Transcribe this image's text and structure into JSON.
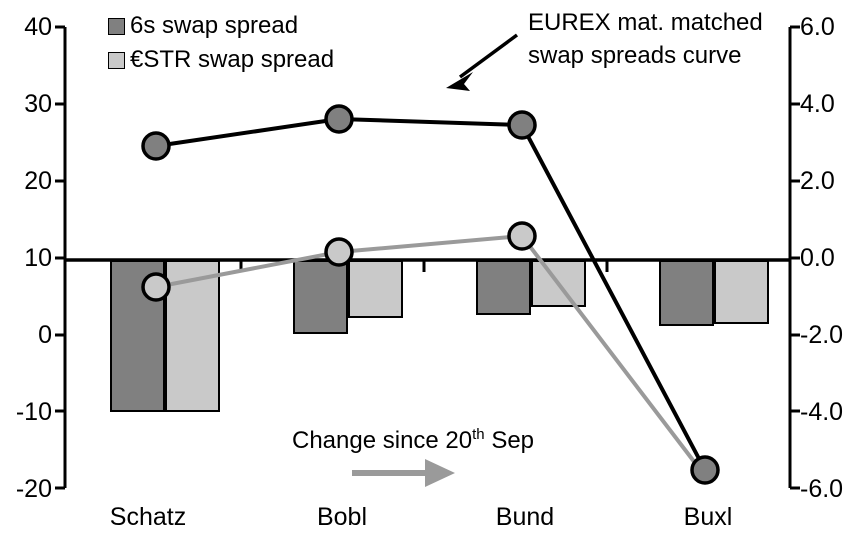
{
  "chart_data": {
    "type": "bar",
    "title": "",
    "xlabel": "",
    "categories": [
      "Schatz",
      "Bobl",
      "Bund",
      "Buxl"
    ],
    "grid": false,
    "legend_position": "top-left",
    "left_axis": {
      "label": "",
      "ylim": [
        -20,
        40
      ],
      "ticks": [
        -20,
        -10,
        0,
        10,
        20,
        30,
        40
      ],
      "tick_labels": [
        "-20",
        "-10",
        "0",
        "10",
        "20",
        "30",
        "40"
      ]
    },
    "right_axis": {
      "label": "",
      "ylim": [
        -6.0,
        6.0
      ],
      "ticks": [
        -6.0,
        -4.0,
        -2.0,
        0.0,
        2.0,
        4.0,
        6.0
      ],
      "tick_labels": [
        "-6.0",
        "-4.0",
        "-2.0",
        "0.0",
        "2.0",
        "4.0",
        "6.0"
      ]
    },
    "series": [
      {
        "name": "6s swap spread",
        "kind": "bar",
        "axis": "right",
        "color": "#808080",
        "values": [
          -4.05,
          -1.95,
          -1.45,
          -1.75
        ]
      },
      {
        "name": "€STR swap spread",
        "kind": "bar",
        "axis": "right",
        "color": "#c9c9c9",
        "values": [
          -4.05,
          -1.55,
          -1.25,
          -1.7
        ]
      },
      {
        "name": "EUREX mat. matched swap spreads curve",
        "kind": "line",
        "axis": "left",
        "color": "#000000",
        "marker_fill": "#808080",
        "values": [
          24.5,
          28.0,
          27.3,
          -18.0
        ]
      },
      {
        "name": "Change since 20th Sep curve",
        "kind": "line",
        "axis": "left",
        "color": "#9a9a9a",
        "marker_fill": "#c9c9c9",
        "values": [
          6.0,
          10.5,
          12.8,
          -18.3
        ]
      }
    ]
  },
  "legend": {
    "items": [
      {
        "label": "6s swap spread",
        "color": "#808080"
      },
      {
        "label": "€STR swap spread",
        "color": "#c9c9c9"
      }
    ]
  },
  "annotations": {
    "curve_note_line1": "EUREX mat. matched",
    "curve_note_line2": "swap spreads curve",
    "change_note_prefix": "Change since 20",
    "change_note_sup": "th",
    "change_note_suffix": " Sep"
  },
  "axis_left": {
    "t0": "40",
    "t1": "30",
    "t2": "20",
    "t3": "10",
    "t4": "0",
    "t5": "-10",
    "t6": "-20"
  },
  "axis_right": {
    "t0": "6.0",
    "t1": "4.0",
    "t2": "2.0",
    "t3": "0.0",
    "t4": "-2.0",
    "t5": "-4.0",
    "t6": "-6.0"
  },
  "categories": {
    "c0": "Schatz",
    "c1": "Bobl",
    "c2": "Bund",
    "c3": "Buxl"
  },
  "colors": {
    "bar_dark": "#808080",
    "bar_light": "#c9c9c9",
    "line_black": "#000000",
    "line_gray": "#9a9a9a",
    "axis": "#000000"
  }
}
